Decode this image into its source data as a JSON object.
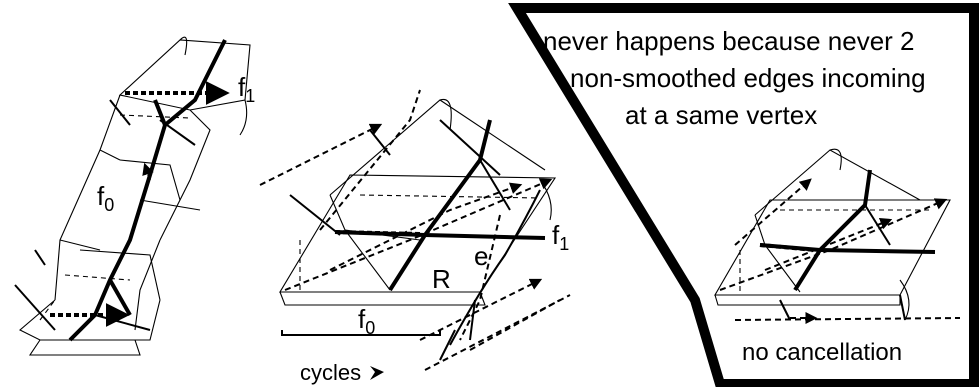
{
  "left_figure": {
    "label_f0_base": "f",
    "label_f0_sub": "0",
    "label_f1_base": "f",
    "label_f1_sub": "1"
  },
  "middle_figure": {
    "label_f0_base": "f",
    "label_f0_sub": "0",
    "label_f1_base": "f",
    "label_f1_sub": "1",
    "label_R": "R",
    "label_e": "e",
    "label_cycles": "cycles"
  },
  "right_panel": {
    "note_line1": "never happens because never 2",
    "note_line2": "non-smoothed edges incoming",
    "note_line3": "at a same vertex",
    "caption": "no cancellation"
  }
}
